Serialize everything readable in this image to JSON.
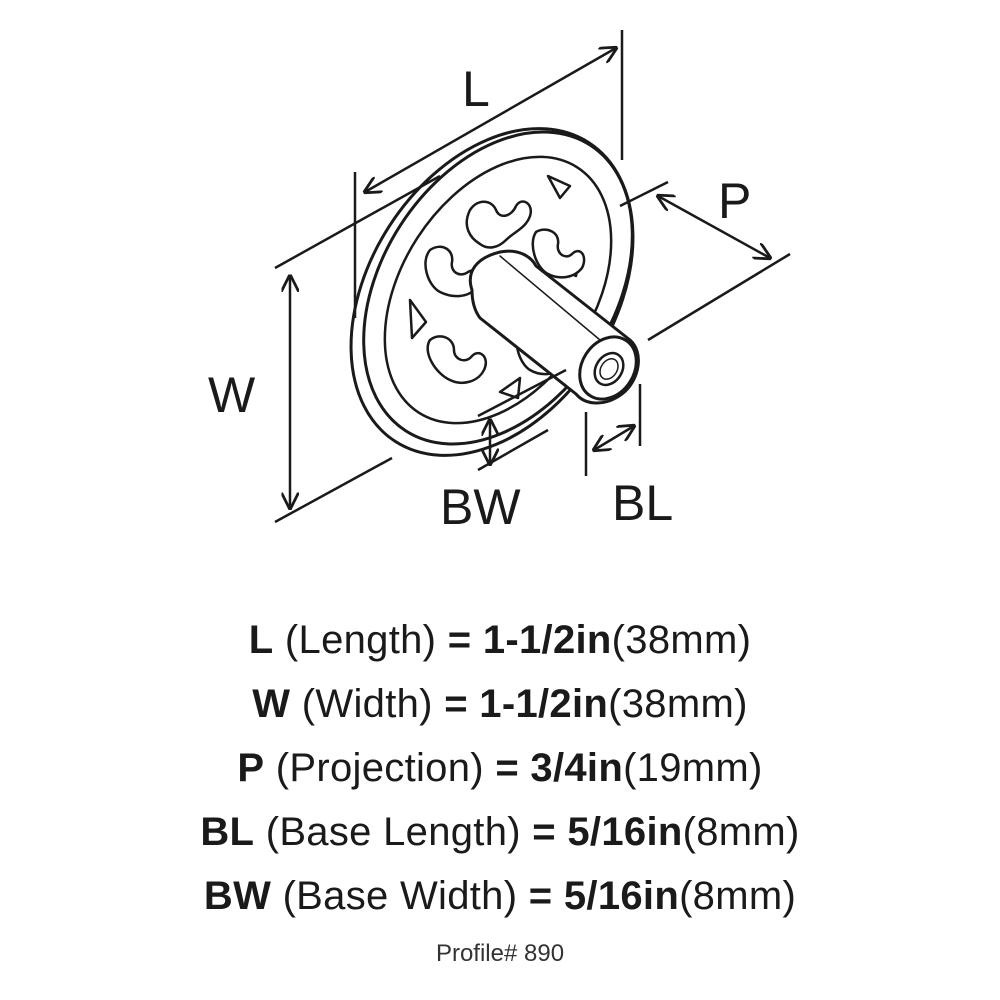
{
  "diagram": {
    "labels": {
      "length": "L",
      "width": "W",
      "projection": "P",
      "base_width": "BW",
      "base_length": "BL"
    }
  },
  "specs": [
    {
      "code": "L",
      "desc": "(Length)",
      "imperial": "1-1/2in",
      "metric": "(38mm)"
    },
    {
      "code": "W",
      "desc": "(Width)",
      "imperial": "1-1/2in",
      "metric": "(38mm)"
    },
    {
      "code": "P",
      "desc": "(Projection)",
      "imperial": "3/4in",
      "metric": "(19mm)"
    },
    {
      "code": "BL",
      "desc": "(Base Length)",
      "imperial": "5/16in",
      "metric": "(8mm)"
    },
    {
      "code": "BW",
      "desc": "(Base Width)",
      "imperial": "5/16in",
      "metric": "(8mm)"
    }
  ],
  "footer": {
    "profile": "Profile# 890"
  }
}
